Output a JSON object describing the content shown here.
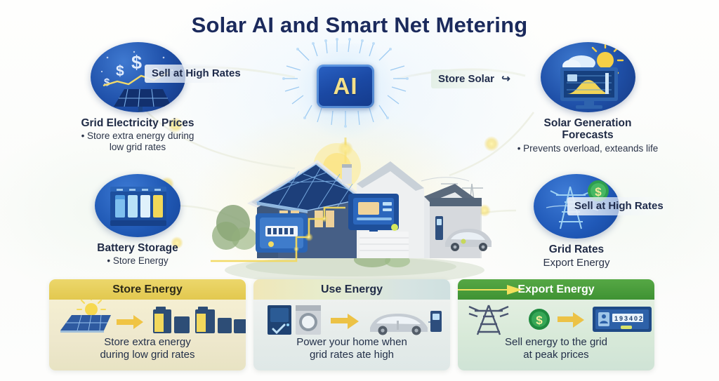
{
  "page": {
    "title": "Solar AI and Smart Net Metering",
    "accent_navy": "#1b2a5c",
    "accent_yellow": "#ecd76c",
    "accent_green": "#3f9233",
    "accent_blue": "#1e4fa8"
  },
  "center": {
    "chip_label": "AI",
    "chip_icon": "ai-chip-icon",
    "scene_icon": "smart-home-solar-scene"
  },
  "nodes": [
    {
      "id": "grid-electricity-prices",
      "title": "Grid Electricity Prices",
      "bullet": "• Store extra energy during\nlow grid rates",
      "bullet_line1": "• Store extra energy during",
      "bullet_line2": "low grid rates",
      "icon": "dollar-solar-panel-icon"
    },
    {
      "id": "solar-generation-forecasts",
      "title": "Solar Generation\nForecasts",
      "title_line1": "Solar Generation",
      "title_line2": "Forecasts",
      "bullet": "• Prevents overload, exteands life",
      "icon": "weather-forecast-monitor-icon"
    },
    {
      "id": "battery-storage",
      "title": "Battery Storage",
      "bullet": "• Store Energy",
      "icon": "battery-bank-icon"
    },
    {
      "id": "grid-rates",
      "title": "Grid Rates",
      "bullet": "Export Energy",
      "icon": "pylon-dollar-icon"
    }
  ],
  "flow_labels": [
    {
      "id": "sell-at-high-rates-top",
      "text": "Sell at High Rates"
    },
    {
      "id": "store-solar",
      "text": "Store Solar"
    },
    {
      "id": "sell-at-high-rates-right",
      "text": "Sell at High Rates"
    }
  ],
  "panels": [
    {
      "id": "store-energy",
      "header": "Store Energy",
      "caption_line1": "Store extra energy",
      "caption_line2": "during low grid rates",
      "icons": [
        "solar-panel-icon",
        "arrow-right-icon",
        "battery-pack-icon"
      ]
    },
    {
      "id": "use-energy",
      "header": "Use Energy",
      "caption_line1": "Power your home when",
      "caption_line2": "grid rates ate high",
      "icons": [
        "appliance-icon",
        "washing-machine-icon",
        "arrow-right-icon",
        "ev-charging-icon"
      ]
    },
    {
      "id": "export-energy",
      "header": "Export Energy",
      "caption_line1": "Sell energy to the grid",
      "caption_line2": "at peak prices",
      "icons": [
        "pylon-icon",
        "dollar-coin-icon",
        "arrow-right-icon",
        "smart-meter-icon"
      ]
    }
  ]
}
